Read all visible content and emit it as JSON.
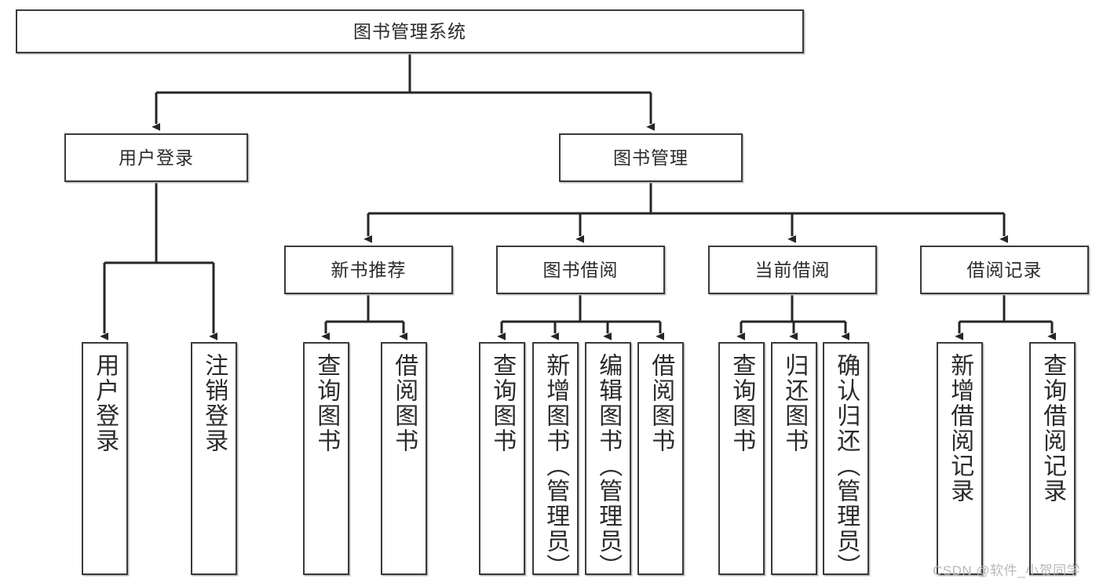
{
  "diagram": {
    "title": "图书管理系统",
    "type": "tree",
    "root": {
      "id": "root",
      "label": "图书管理系统"
    },
    "level2": [
      {
        "id": "user-login",
        "label": "用户登录"
      },
      {
        "id": "book-manage",
        "label": "图书管理"
      }
    ],
    "level3": [
      {
        "id": "new-book-recommend",
        "label": "新书推荐",
        "parent": "book-manage"
      },
      {
        "id": "book-borrow",
        "label": "图书借阅",
        "parent": "book-manage"
      },
      {
        "id": "current-borrow",
        "label": "当前借阅",
        "parent": "book-manage"
      },
      {
        "id": "borrow-record",
        "label": "借阅记录",
        "parent": "book-manage"
      }
    ],
    "leaves": [
      {
        "id": "leaf-user-login",
        "label": "用户登录",
        "parent": "user-login"
      },
      {
        "id": "leaf-user-logout",
        "label": "注销登录",
        "parent": "user-login"
      },
      {
        "id": "leaf-query-book-1",
        "label": "查询图书",
        "parent": "new-book-recommend"
      },
      {
        "id": "leaf-borrow-book-1",
        "label": "借阅图书",
        "parent": "new-book-recommend"
      },
      {
        "id": "leaf-query-book-2",
        "label": "查询图书",
        "parent": "book-borrow"
      },
      {
        "id": "leaf-add-book",
        "label": "新增图书（管理员）",
        "parent": "book-borrow"
      },
      {
        "id": "leaf-edit-book",
        "label": "编辑图书（管理员）",
        "parent": "book-borrow"
      },
      {
        "id": "leaf-borrow-book-2",
        "label": "借阅图书",
        "parent": "book-borrow"
      },
      {
        "id": "leaf-query-book-3",
        "label": "查询图书",
        "parent": "current-borrow"
      },
      {
        "id": "leaf-return-book",
        "label": "归还图书",
        "parent": "current-borrow"
      },
      {
        "id": "leaf-confirm-return",
        "label": "确认归还（管理员）",
        "parent": "current-borrow"
      },
      {
        "id": "leaf-add-record",
        "label": "新增借阅记录",
        "parent": "borrow-record"
      },
      {
        "id": "leaf-query-record",
        "label": "查询借阅记录",
        "parent": "borrow-record"
      }
    ],
    "colors": {
      "box_border": "#3a3a3a",
      "box_fill": "#ffffff",
      "connector": "#262626",
      "text": "#2b2b2b",
      "watermark": "#b9b9b9"
    }
  },
  "watermark": {
    "text": "CSDN @软件_小贺同学"
  }
}
